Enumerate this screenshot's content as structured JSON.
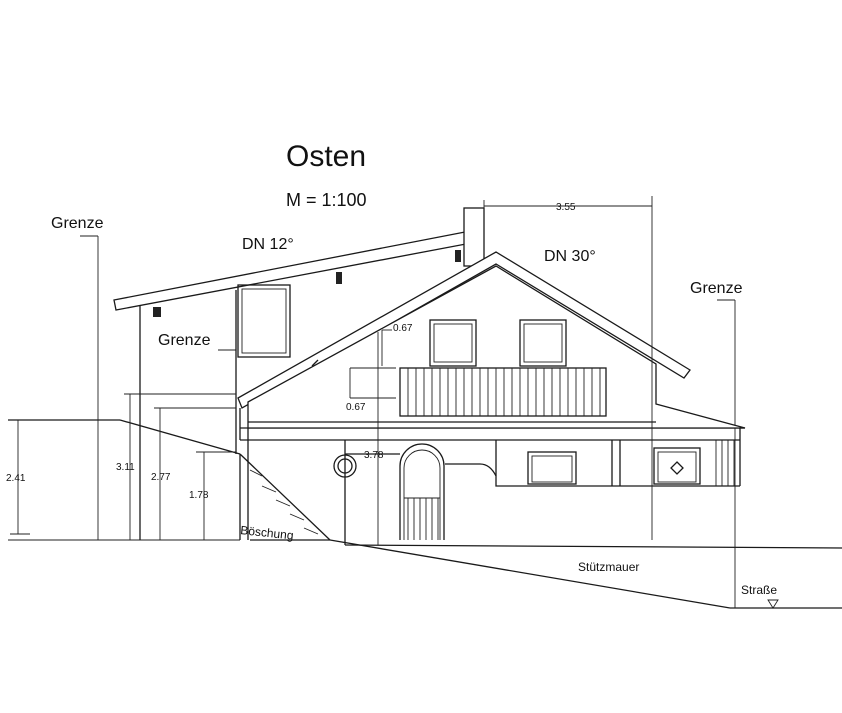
{
  "title": "Osten",
  "scale": "M = 1:100",
  "roof": {
    "left_pitch": "DN 12°",
    "right_pitch": "DN 30°"
  },
  "labels": {
    "boundary_left": "Grenze",
    "boundary_middle": "Grenze",
    "boundary_right": "Grenze",
    "slope": "Böschung",
    "retaining_wall": "Stützmauer",
    "street": "Straße"
  },
  "dimensions": {
    "chimney_offset": "3.55",
    "upper_window_top": "0.67",
    "upper_window_bottom": "0.67",
    "terrain_left": "2.41",
    "height_a": "3.11",
    "height_b": "2.77",
    "height_c": "1.78",
    "height_d": "3.78"
  }
}
